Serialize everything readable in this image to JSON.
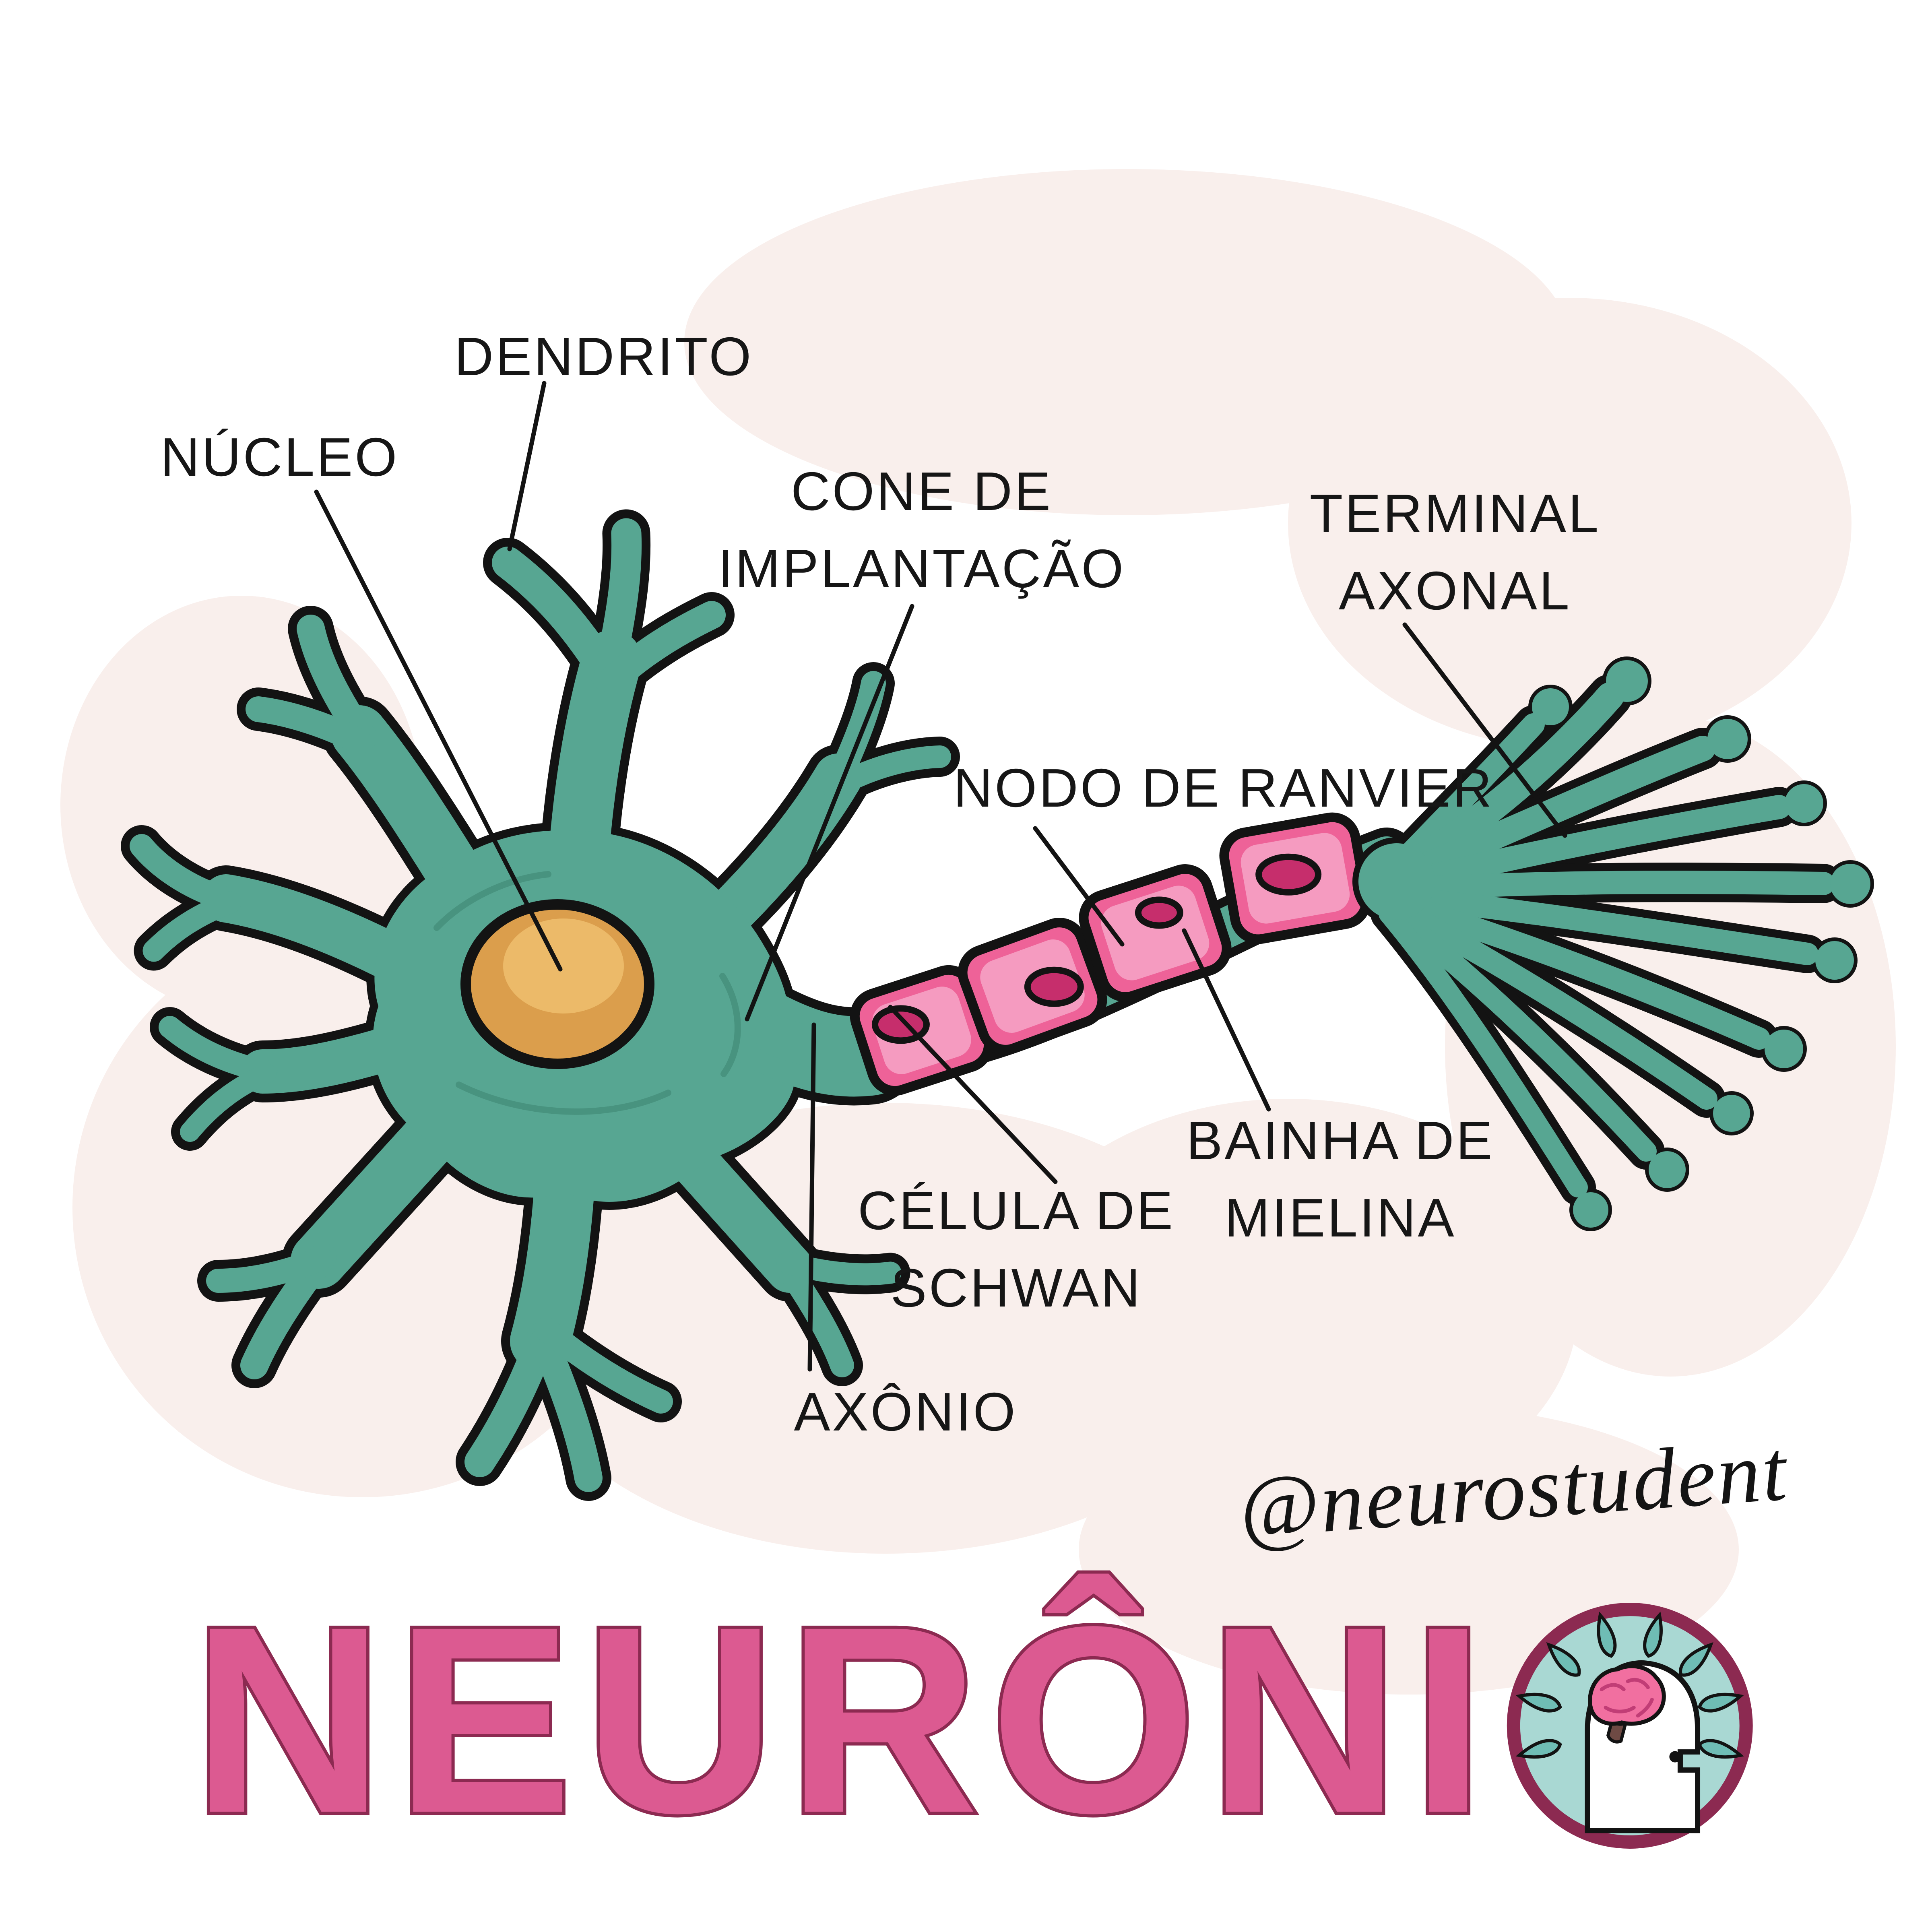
{
  "diagram": {
    "subject": "neuron anatomy",
    "labels": {
      "dendrito": "DENDRITO",
      "nucleo": "NÚCLEO",
      "cone": [
        "CONE DE",
        "IMPLANTAÇÃO"
      ],
      "terminal": [
        "TERMINAL",
        "AXONAL"
      ],
      "nodo": "NODO DE RANVIER",
      "bainha": [
        "BAINHA DE",
        "MIELINA"
      ],
      "celula": [
        "CÉLULA DE",
        "SCHWAN"
      ],
      "axonio": "AXÔNIO"
    }
  },
  "credit": {
    "handle": "@neurostudent"
  },
  "title": {
    "display_text": "NEURÔNI",
    "full_word": "NEURÔNIO"
  },
  "colors": {
    "cell_teal": "#57A692",
    "cell_shade": "#458E7B",
    "outline_black": "#131313",
    "nucleus_orange": "#DB9E4C",
    "nucleus_highlight": "#ECBA69",
    "myelin_pink": "#EE6298",
    "myelin_light": "#F59BC0",
    "myelin_core": "#C62E6C",
    "title_pink": "#DC5A91",
    "title_outline": "#8C2A51",
    "logo_ring": "#8C2A51",
    "logo_bg": "#A9D8D3",
    "logo_ray": "#6FBDB5",
    "brain_pink": "#F16FA0",
    "background": "#FFFFFF",
    "blob_tint": "#F9EFEC"
  }
}
